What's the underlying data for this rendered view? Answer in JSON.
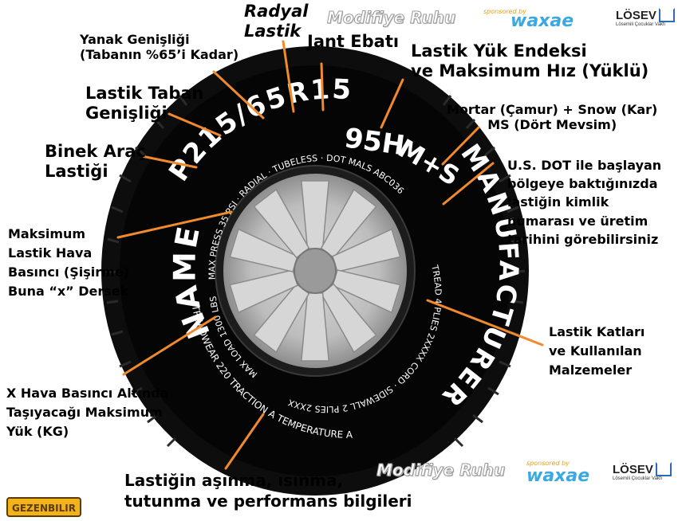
{
  "labels": {
    "radial": [
      "Radyal",
      "Lastik"
    ],
    "sidewall_ratio": [
      "Yanak Genişliği",
      "(Tabanın %65’i Kadar)"
    ],
    "rim_size": [
      "Jant Ebatı"
    ],
    "load_speed": [
      "Lastik Yük Endeksi",
      "ve Maksimum Hız (Yüklü)"
    ],
    "tread_width": [
      "Lastik Taban",
      "Genişliği"
    ],
    "mud_snow": [
      "Mortar (Çamur) + Snow (Kar)",
      "MS (Dört Mevsim)"
    ],
    "passenger": [
      "Binek Araç",
      "Lastiği"
    ],
    "dot": [
      "U.S. DOT ile başlayan",
      "bölgeye baktığınızda",
      "lastiğin kimlik",
      "numarası ve üretim",
      "tarihini görebilirsiniz"
    ],
    "max_pressure": [
      "Maksimum",
      "Lastik Hava",
      "Basıncı (Şişirme)",
      "Buna “x” Dersek"
    ],
    "plies": [
      "Lastik Katları",
      "ve Kullanılan",
      "Malzemeler"
    ],
    "max_load": [
      "X Hava Basıncı Altında",
      "Taşıyacağı Maksimum",
      "Yük (KG)"
    ],
    "tread_info": [
      "Lastiğin aşınma, ısınma,",
      "tutunma ve performans bilgileri"
    ]
  },
  "tire_text": {
    "size_code": "P215/65R15",
    "load_speed_code": "95H",
    "ms_code": "M+S",
    "name": "NAME",
    "manufacturer": "MANUFACTURER",
    "inner_top": "MAX PRESS 35 PSI · RADIAL · TUBELESS · DOT MALS ABC036",
    "inner_right": "TREAD 4 PLIES 2XXXX CORD · SIDEWALL 2 PLIES 2XXXX CORD",
    "inner_left": "MAX LOAD 1300 LBS",
    "outer_bottom": "TREADWEAR 220 TRACTION A TEMPERATURE A"
  },
  "branding": {
    "watermark": "Modifiye Ruhu",
    "sponsor_small": "sponsored by",
    "sponsor": "waxae",
    "charity": "LÖSEV",
    "charity_sub": "Lösemili Çocuklar Vakfı",
    "site": "GEZENBILIR"
  },
  "colors": {
    "leader": "#f08a2c",
    "tire": "#0d0d0d",
    "rim": "#b9b9b9"
  }
}
